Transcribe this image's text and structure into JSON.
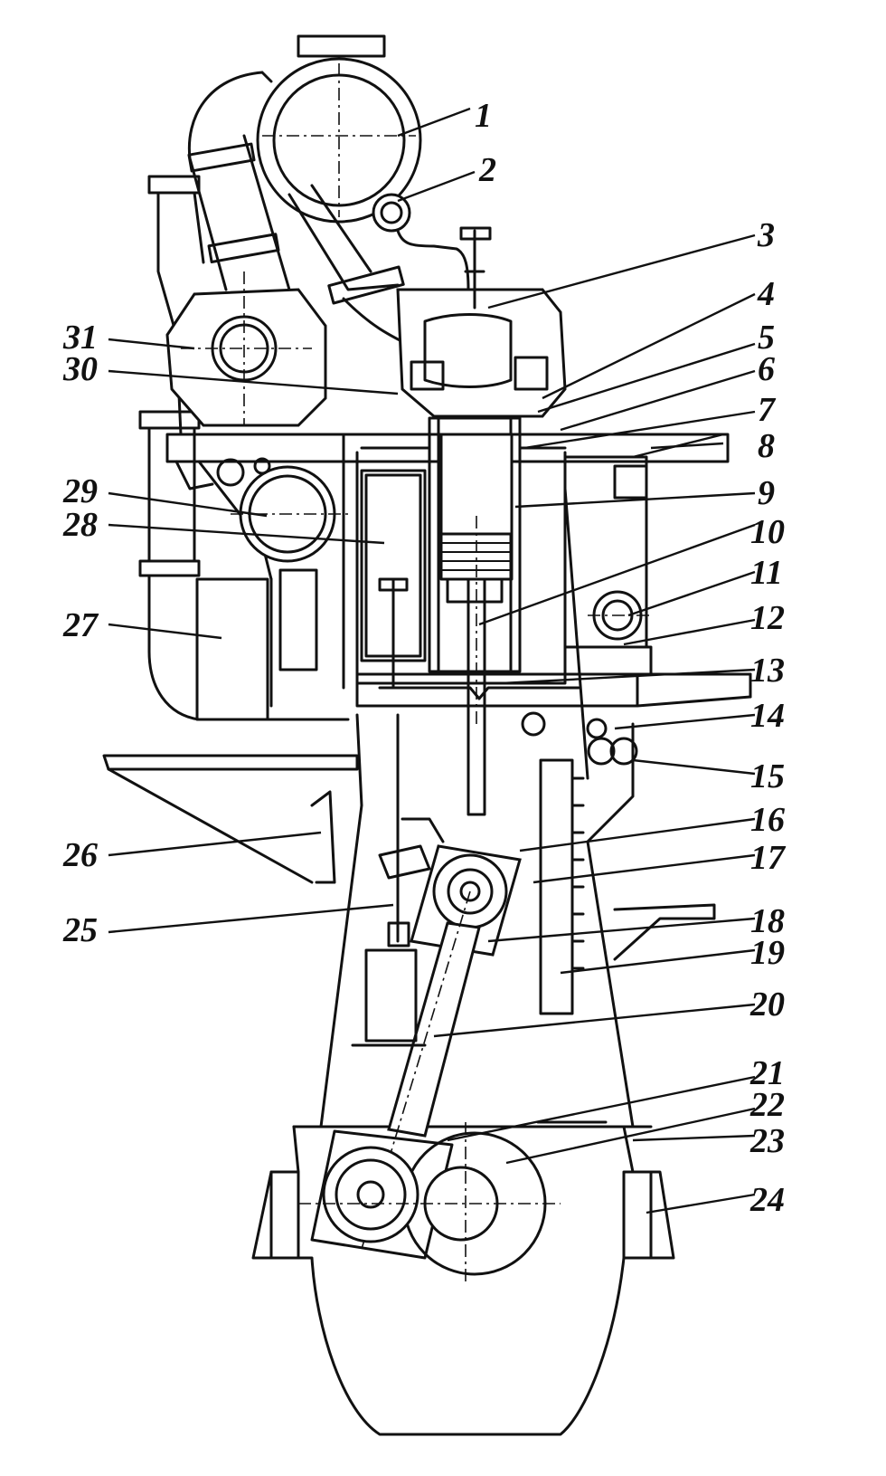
{
  "labels": {
    "l1": "1",
    "l2": "2",
    "l3": "3",
    "l4": "4",
    "l5": "5",
    "l6": "6",
    "l7": "7",
    "l8": "8",
    "l9": "9",
    "l10": "10",
    "l11": "11",
    "l12": "12",
    "l13": "13",
    "l14": "14",
    "l15": "15",
    "l16": "16",
    "l17": "17",
    "l18": "18",
    "l19": "19",
    "l20": "20",
    "l21": "21",
    "l22": "22",
    "l23": "23",
    "l24": "24",
    "l25": "25",
    "l26": "26",
    "l27": "27",
    "l28": "28",
    "l29": "29",
    "l30": "30",
    "l31": "31"
  }
}
